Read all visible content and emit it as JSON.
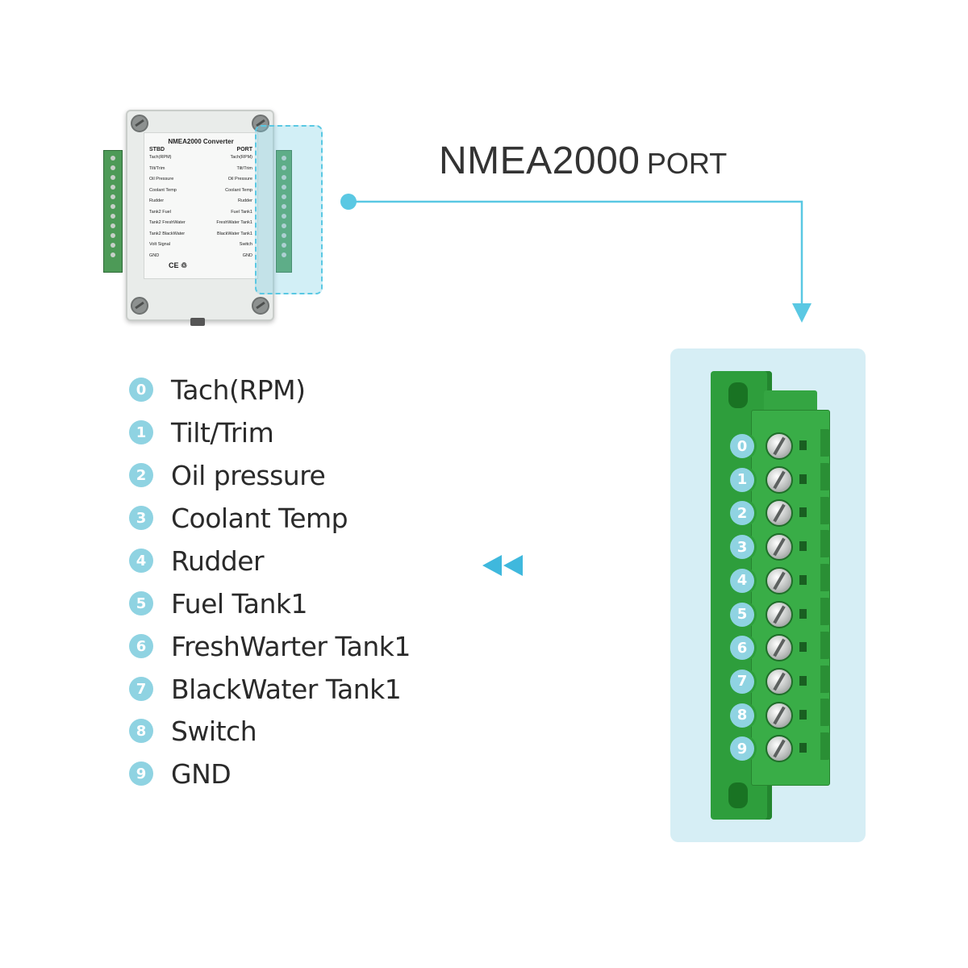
{
  "heading": {
    "main": "NMEA2000",
    "suffix": "PORT"
  },
  "device": {
    "title": "NMEA2000 Converter",
    "left_header": "STBD",
    "right_header": "PORT",
    "rows": [
      {
        "left": "Tach(RPM)",
        "right": "Tach(RPM)"
      },
      {
        "left": "Tilt/Trim",
        "right": "Tilt/Trim"
      },
      {
        "left": "Oil Pressure",
        "right": "Oil Pressure"
      },
      {
        "left": "Coolant Temp",
        "right": "Coolant Temp"
      },
      {
        "left": "Rudder",
        "right": "Rudder"
      },
      {
        "left": "Tank2 Fuel",
        "right": "Fuel Tank1"
      },
      {
        "left": "Tank2 FreshWater",
        "right": "FreshWater Tank1"
      },
      {
        "left": "Tank2 BlackWater",
        "right": "BlackWater Tank1"
      },
      {
        "left": "Volt Signal",
        "right": "Switch"
      },
      {
        "left": "GND",
        "right": "GND"
      }
    ],
    "marks": "CE ♲"
  },
  "legend": [
    {
      "num": "0",
      "label": "Tach(RPM)"
    },
    {
      "num": "1",
      "label": "Tilt/Trim"
    },
    {
      "num": "2",
      "label": "Oil pressure"
    },
    {
      "num": "3",
      "label": "Coolant Temp"
    },
    {
      "num": "4",
      "label": "Rudder"
    },
    {
      "num": "5",
      "label": "Fuel Tank1"
    },
    {
      "num": "6",
      "label": "FreshWarter Tank1"
    },
    {
      "num": "7",
      "label": "BlackWater Tank1"
    },
    {
      "num": "8",
      "label": "Switch"
    },
    {
      "num": "9",
      "label": "GND"
    }
  ],
  "terminal_pins": [
    "0",
    "1",
    "2",
    "3",
    "4",
    "5",
    "6",
    "7",
    "8",
    "9"
  ],
  "colors": {
    "accent": "#5ac8e3",
    "badge": "#8fd3e2",
    "terminal_green": "#2e9e3c",
    "panel_bg": "#d6eef5"
  }
}
